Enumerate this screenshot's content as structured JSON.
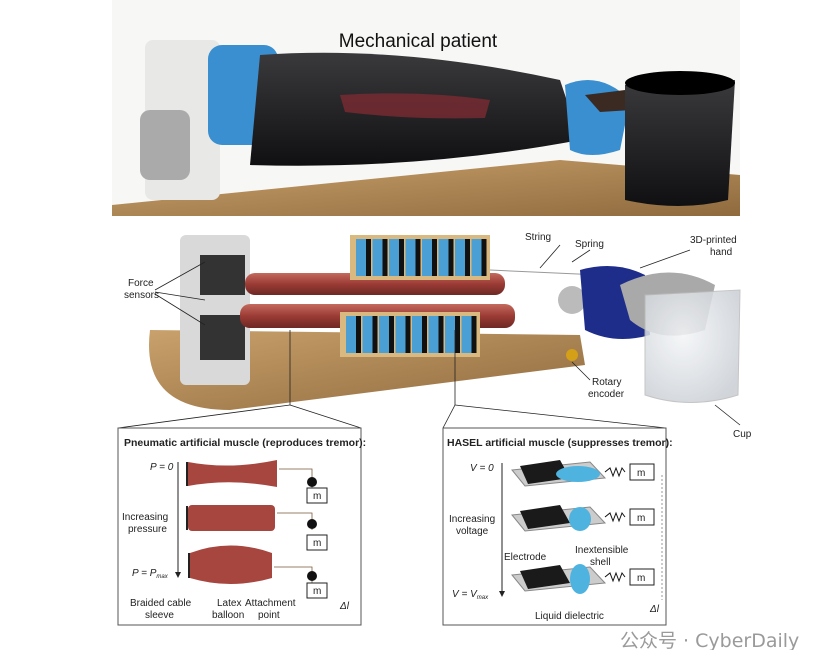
{
  "title": "Mechanical patient",
  "middle_labels": {
    "force_sensors_1": "Force",
    "force_sensors_2": "sensors",
    "string": "String",
    "spring": "Spring",
    "hand_1": "3D-printed",
    "hand_2": "hand",
    "encoder_1": "Rotary",
    "encoder_2": "encoder",
    "cup": "Cup"
  },
  "pneumatic_panel": {
    "heading": "Pneumatic artificial muscle (reproduces tremor):",
    "p_zero": "P = 0",
    "increasing_1": "Increasing",
    "increasing_2": "pressure",
    "p_max": "P = P",
    "p_max_sub": "max",
    "mass": "m",
    "braided_1": "Braided cable",
    "braided_2": "sleeve",
    "latex_1": "Latex",
    "latex_2": "balloon",
    "attach_1": "Attachment",
    "attach_2": "point",
    "delta_l": "Δl"
  },
  "hasel_panel": {
    "heading": "HASEL artificial muscle (suppresses tremor):",
    "v_zero": "V = 0",
    "increasing_1": "Increasing",
    "increasing_2": "voltage",
    "v_max": "V = V",
    "v_max_sub": "max",
    "mass": "m",
    "electrode": "Electrode",
    "shell_1": "Inextensible",
    "shell_2": "shell",
    "liquid": "Liquid dielectric",
    "delta_l": "Δl"
  },
  "watermark": "公众号 · CyberDaily",
  "colors": {
    "muscle_red": "#a7453f",
    "hasel_blue": "#4fb3e0",
    "arm_black": "#1e1e20",
    "wood": "#b58c5a",
    "sleeve_blue": "#3a8fd0",
    "hand_blue": "#1e2d8a"
  }
}
